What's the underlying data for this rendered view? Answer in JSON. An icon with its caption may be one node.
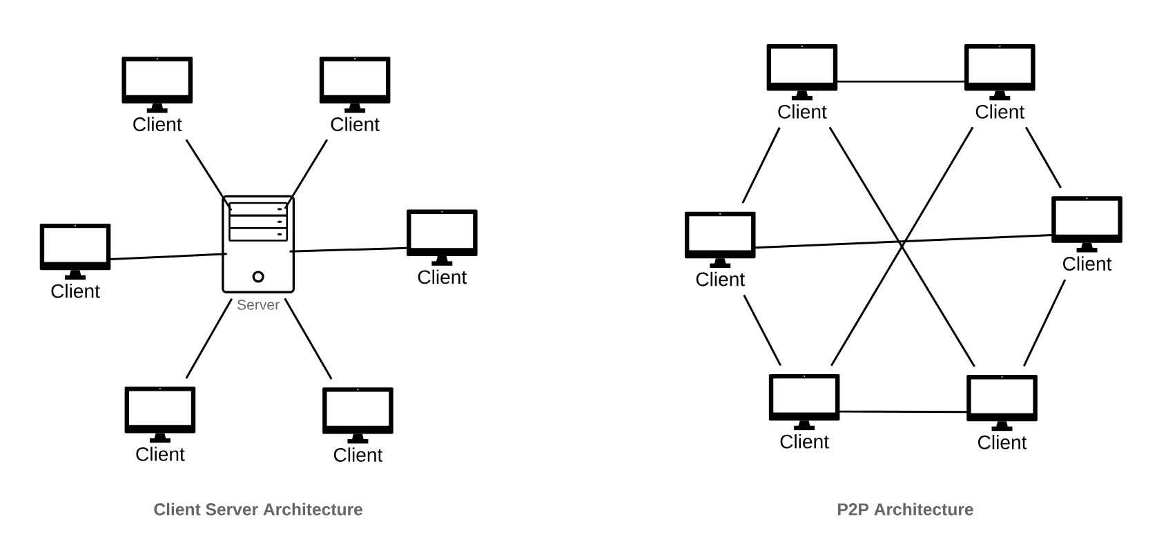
{
  "diagram": {
    "nodes": [
      {
        "text": [
          "Client"
        ]
      },
      {
        "text": [
          "Client"
        ]
      },
      {
        "text": [
          "Client"
        ]
      },
      {
        "text": [
          "Server"
        ]
      },
      {
        "text": [
          "Client"
        ]
      },
      {
        "text": [
          "Client"
        ]
      },
      {
        "text": [
          "Client"
        ]
      },
      {
        "text": [
          "Client"
        ]
      },
      {
        "text": [
          "Client"
        ]
      },
      {
        "text": [
          "Client"
        ]
      },
      {
        "text": [
          "Client"
        ]
      },
      {
        "text": [
          "Client"
        ]
      },
      {
        "text": [
          "Client"
        ]
      }
    ],
    "edges": [
      {
        "from": 3,
        "to": 0,
        "arrow": "none"
      },
      {
        "from": 3,
        "to": 1,
        "arrow": "none"
      },
      {
        "from": 3,
        "to": 2,
        "arrow": "none"
      },
      {
        "from": 3,
        "to": 4,
        "arrow": "none"
      },
      {
        "from": 3,
        "to": 5,
        "arrow": "none"
      },
      {
        "from": 3,
        "to": 6,
        "arrow": "none"
      },
      {
        "from": 7,
        "to": 8,
        "arrow": "none"
      },
      {
        "from": 8,
        "to": 10,
        "arrow": "none"
      },
      {
        "from": 10,
        "to": 12,
        "arrow": "none"
      },
      {
        "from": 11,
        "to": 12,
        "arrow": "none"
      },
      {
        "from": 9,
        "to": 11,
        "arrow": "none"
      },
      {
        "from": 7,
        "to": 9,
        "arrow": "none"
      },
      {
        "from": 7,
        "to": 12,
        "arrow": "none"
      },
      {
        "from": 8,
        "to": 11,
        "arrow": "none"
      },
      {
        "from": 9,
        "to": 10,
        "arrow": "none"
      }
    ],
    "labels": [
      "Client Server Architecture",
      "P2P Architecture"
    ]
  }
}
